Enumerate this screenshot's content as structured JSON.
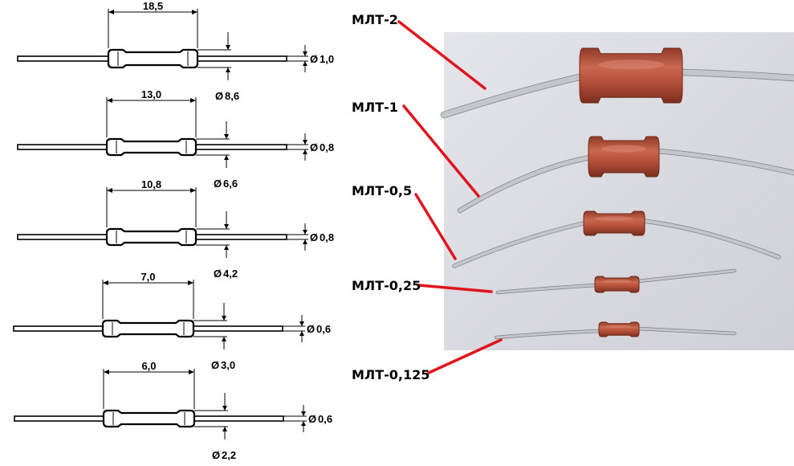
{
  "resistors": [
    {
      "body_length": "18,5",
      "body_diameter": "8,6",
      "lead_diameter": "1,0",
      "label": "МЛТ-2"
    },
    {
      "body_length": "13,0",
      "body_diameter": "6,6",
      "lead_diameter": "0,8",
      "label": "МЛТ-1"
    },
    {
      "body_length": "10,8",
      "body_diameter": "4,2",
      "lead_diameter": "0,8",
      "label": "МЛТ-0,5"
    },
    {
      "body_length": "7,0",
      "body_diameter": "3,0",
      "lead_diameter": "0,6",
      "label": "МЛТ-0,25"
    },
    {
      "body_length": "6,0",
      "body_diameter": "2,2",
      "lead_diameter": "0,6",
      "label": "МЛТ-0,125"
    }
  ],
  "diameter_symbol": "Ø",
  "colors": {
    "resistor_body": "#b8503a",
    "callout_line": "#e0141e",
    "photo_background": "#dcdde2",
    "lead_wire": "#9aa0a6"
  }
}
